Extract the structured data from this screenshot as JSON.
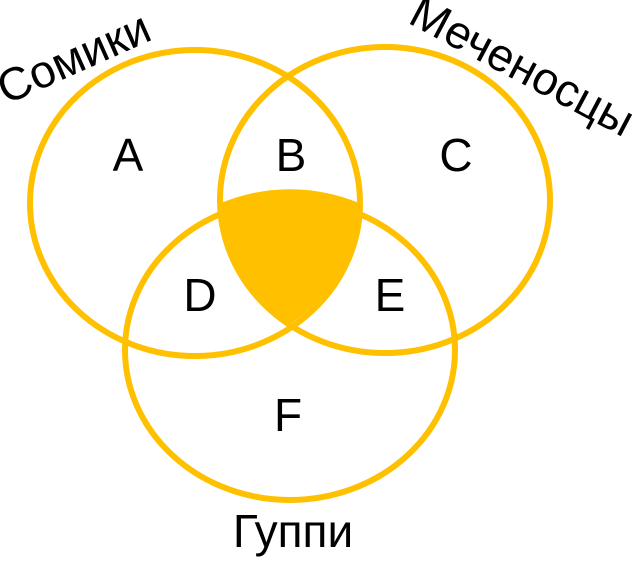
{
  "colors": {
    "stroke": "#FFC000",
    "fill": "#FFC000",
    "text": "#000000",
    "background": "#FFFFFF"
  },
  "sets": {
    "left": "Сомики",
    "right": "Меченосцы",
    "bottom": "Гуппи"
  },
  "regions": {
    "a": "A",
    "b": "B",
    "c": "C",
    "d": "D",
    "e": "E",
    "f": "F"
  },
  "highlighted_region": "intersection of all three sets"
}
